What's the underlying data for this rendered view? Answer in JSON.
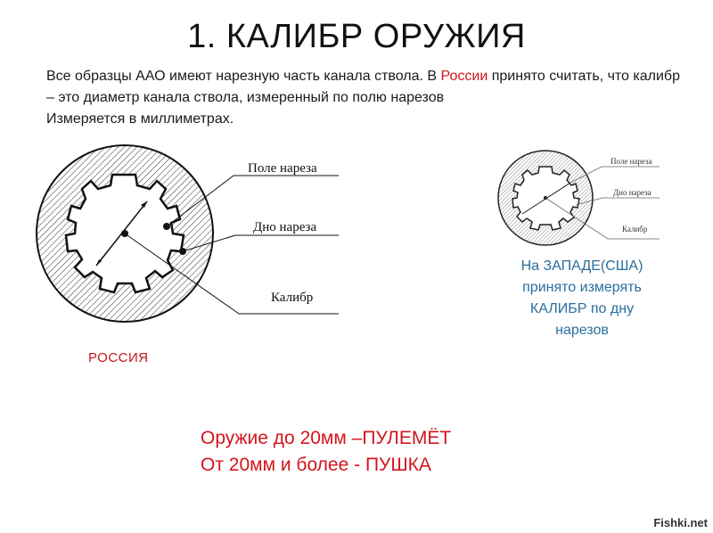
{
  "title": "1. КАЛИБР ОРУЖИЯ",
  "intro": {
    "part1": "Все образцы ААО имеют нарезную часть канала ствола. В ",
    "highlight": "России",
    "part2": " принято считать, что калибр – это диаметр канала ствола, измеренный по полю нарезов",
    "line3": "Измеряется в миллиметрах."
  },
  "diagram_left": {
    "labels": [
      "Поле нареза",
      "Дно нареза",
      "Калибр"
    ],
    "caption": "РОССИЯ"
  },
  "diagram_right": {
    "labels": [
      "Поле нареза",
      "Дно нареза",
      "Калибр"
    ],
    "caption_lines": [
      "На ЗАПАДЕ(США)",
      "принято измерять",
      "КАЛИБР по дну",
      "нарезов"
    ]
  },
  "bottom": {
    "line1": "Оружие до 20мм –ПУЛЕМЁТ",
    "line2": "От 20мм и более - ПУШКА"
  },
  "watermark": "Fishki.net",
  "colors": {
    "red": "#d0161b",
    "blue": "#2a6e9e"
  }
}
